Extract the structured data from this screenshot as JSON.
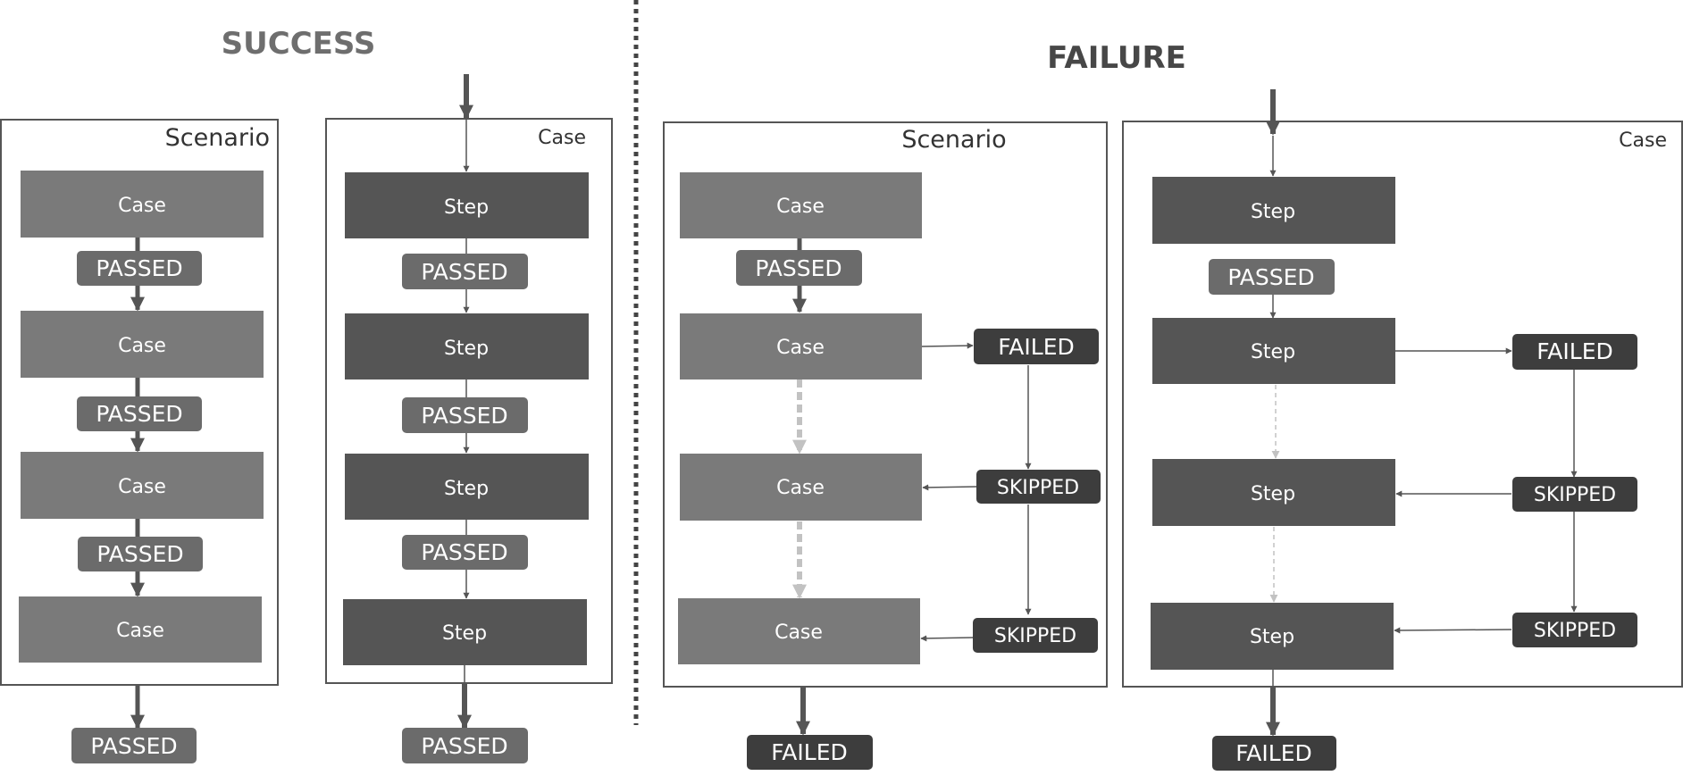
{
  "headings": {
    "success": "SUCCESS",
    "failure": "FAILURE"
  },
  "frames": {
    "success_scenario": "Scenario",
    "success_case": "Case",
    "failure_scenario": "Scenario",
    "failure_case": "Case"
  },
  "labels": {
    "case": "Case",
    "step": "Step",
    "passed": "PASSED",
    "failed": "FAILED",
    "skipped": "SKIPPED"
  },
  "colors": {
    "case_box": "#7a7a7a",
    "step_box": "#555555",
    "passed_badge": "#6b6b6b",
    "failed_badge": "#3d3d3d",
    "skipped_badge": "#3d3d3d",
    "frame_border": "#555555",
    "arrow": "#555555",
    "skipped_flow": "#c2c2c2",
    "heading_success": "#6e6e6e",
    "heading_failure": "#474747"
  }
}
